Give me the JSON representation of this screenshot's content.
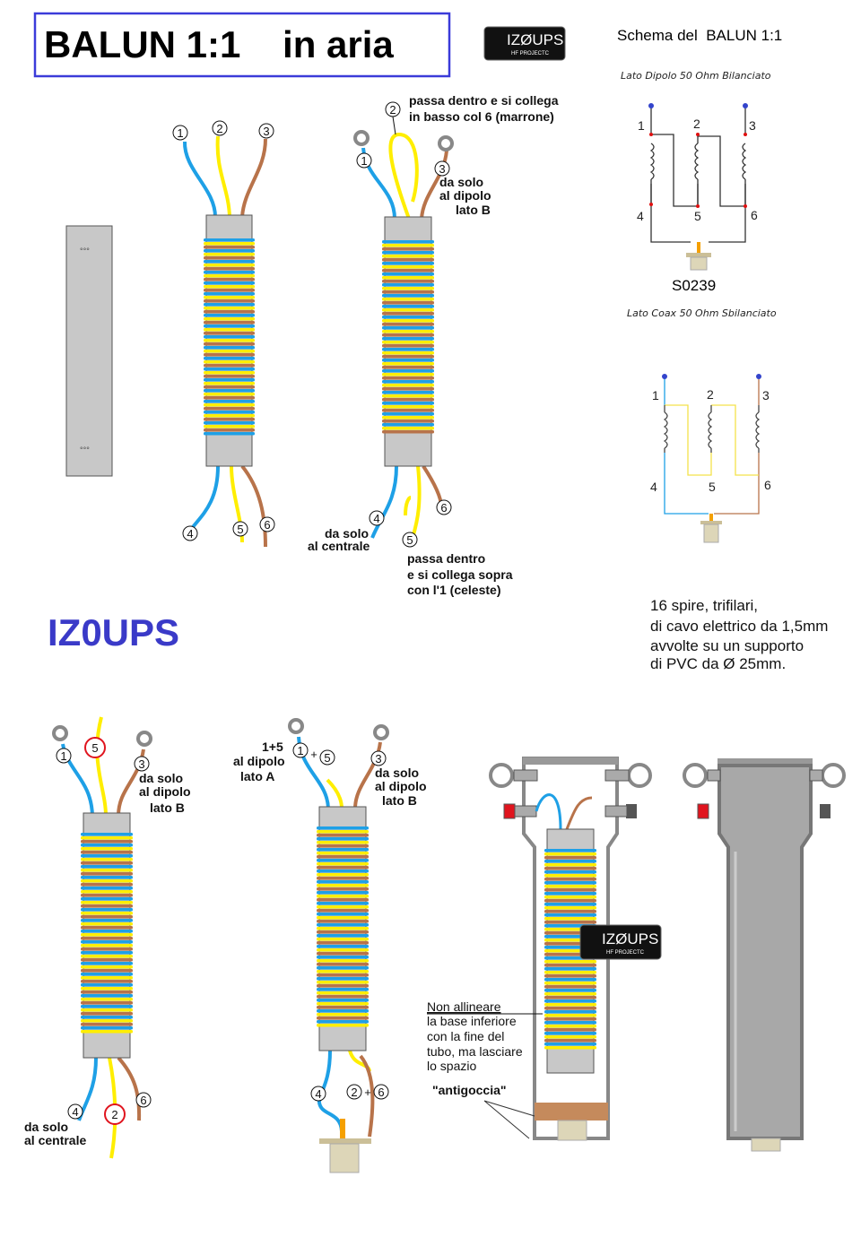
{
  "title": "BALUN 1:1    in aria",
  "logo": {
    "main": "IZØUPS",
    "sub": "HF PROJECTC"
  },
  "brand_text": "IZ0UPS",
  "colors": {
    "title_border": "#3b3bd9",
    "brand": "#3a3ac8",
    "wire_blue": "#1ea0e6",
    "wire_yellow": "#ffee00",
    "wire_brown": "#b8734a",
    "ring_red": "#e0141e"
  },
  "schematic": {
    "title": "Schema del  BALUN 1:1",
    "top_label": "Lato Dipolo 50 Ohm Bilanciato",
    "bottom_label": "Lato Coax 50 Ohm Sbilanciato",
    "connector": "S0239",
    "pins": [
      "1",
      "2",
      "3",
      "4",
      "5",
      "6"
    ]
  },
  "coil1": {
    "nums": [
      "1",
      "2",
      "3",
      "4",
      "5",
      "6"
    ]
  },
  "coil2": {
    "nums": [
      "2",
      "1",
      "3",
      "4",
      "5",
      "6"
    ],
    "note_top": [
      "passa dentro e si collega",
      "in basso  col  6 (marrone)"
    ],
    "note_b": [
      "da solo",
      "al dipolo",
      "lato B"
    ],
    "note_center": [
      "da solo",
      "al centrale"
    ],
    "note_bottom": [
      "passa dentro",
      "e si collega sopra",
      "con l'1 (celeste)"
    ]
  },
  "spec": [
    "16 spire, trifilari,",
    "di cavo elettrico da 1,5mm",
    "avvolte  su un supporto",
    "di PVC da   Ø 25mm."
  ],
  "coil3": {
    "nums": [
      "1",
      "5",
      "3",
      "4",
      "2",
      "6"
    ],
    "note_b": [
      "da solo",
      "al dipolo",
      "lato B"
    ],
    "note_center": [
      "da solo",
      "al centrale"
    ]
  },
  "coil4": {
    "nums": [
      "1",
      "+",
      "5",
      "3",
      "4",
      "2",
      "+",
      "6"
    ],
    "note_a": [
      "1+5",
      "al dipolo",
      "lato A"
    ],
    "note_b": [
      "da solo",
      "al dipolo",
      "lato B"
    ]
  },
  "assembly_note": [
    "Non allineare",
    "la base inferiore",
    "con la fine del",
    "tubo, ma lasciare",
    "lo spazio",
    "\"antigoccia\""
  ]
}
